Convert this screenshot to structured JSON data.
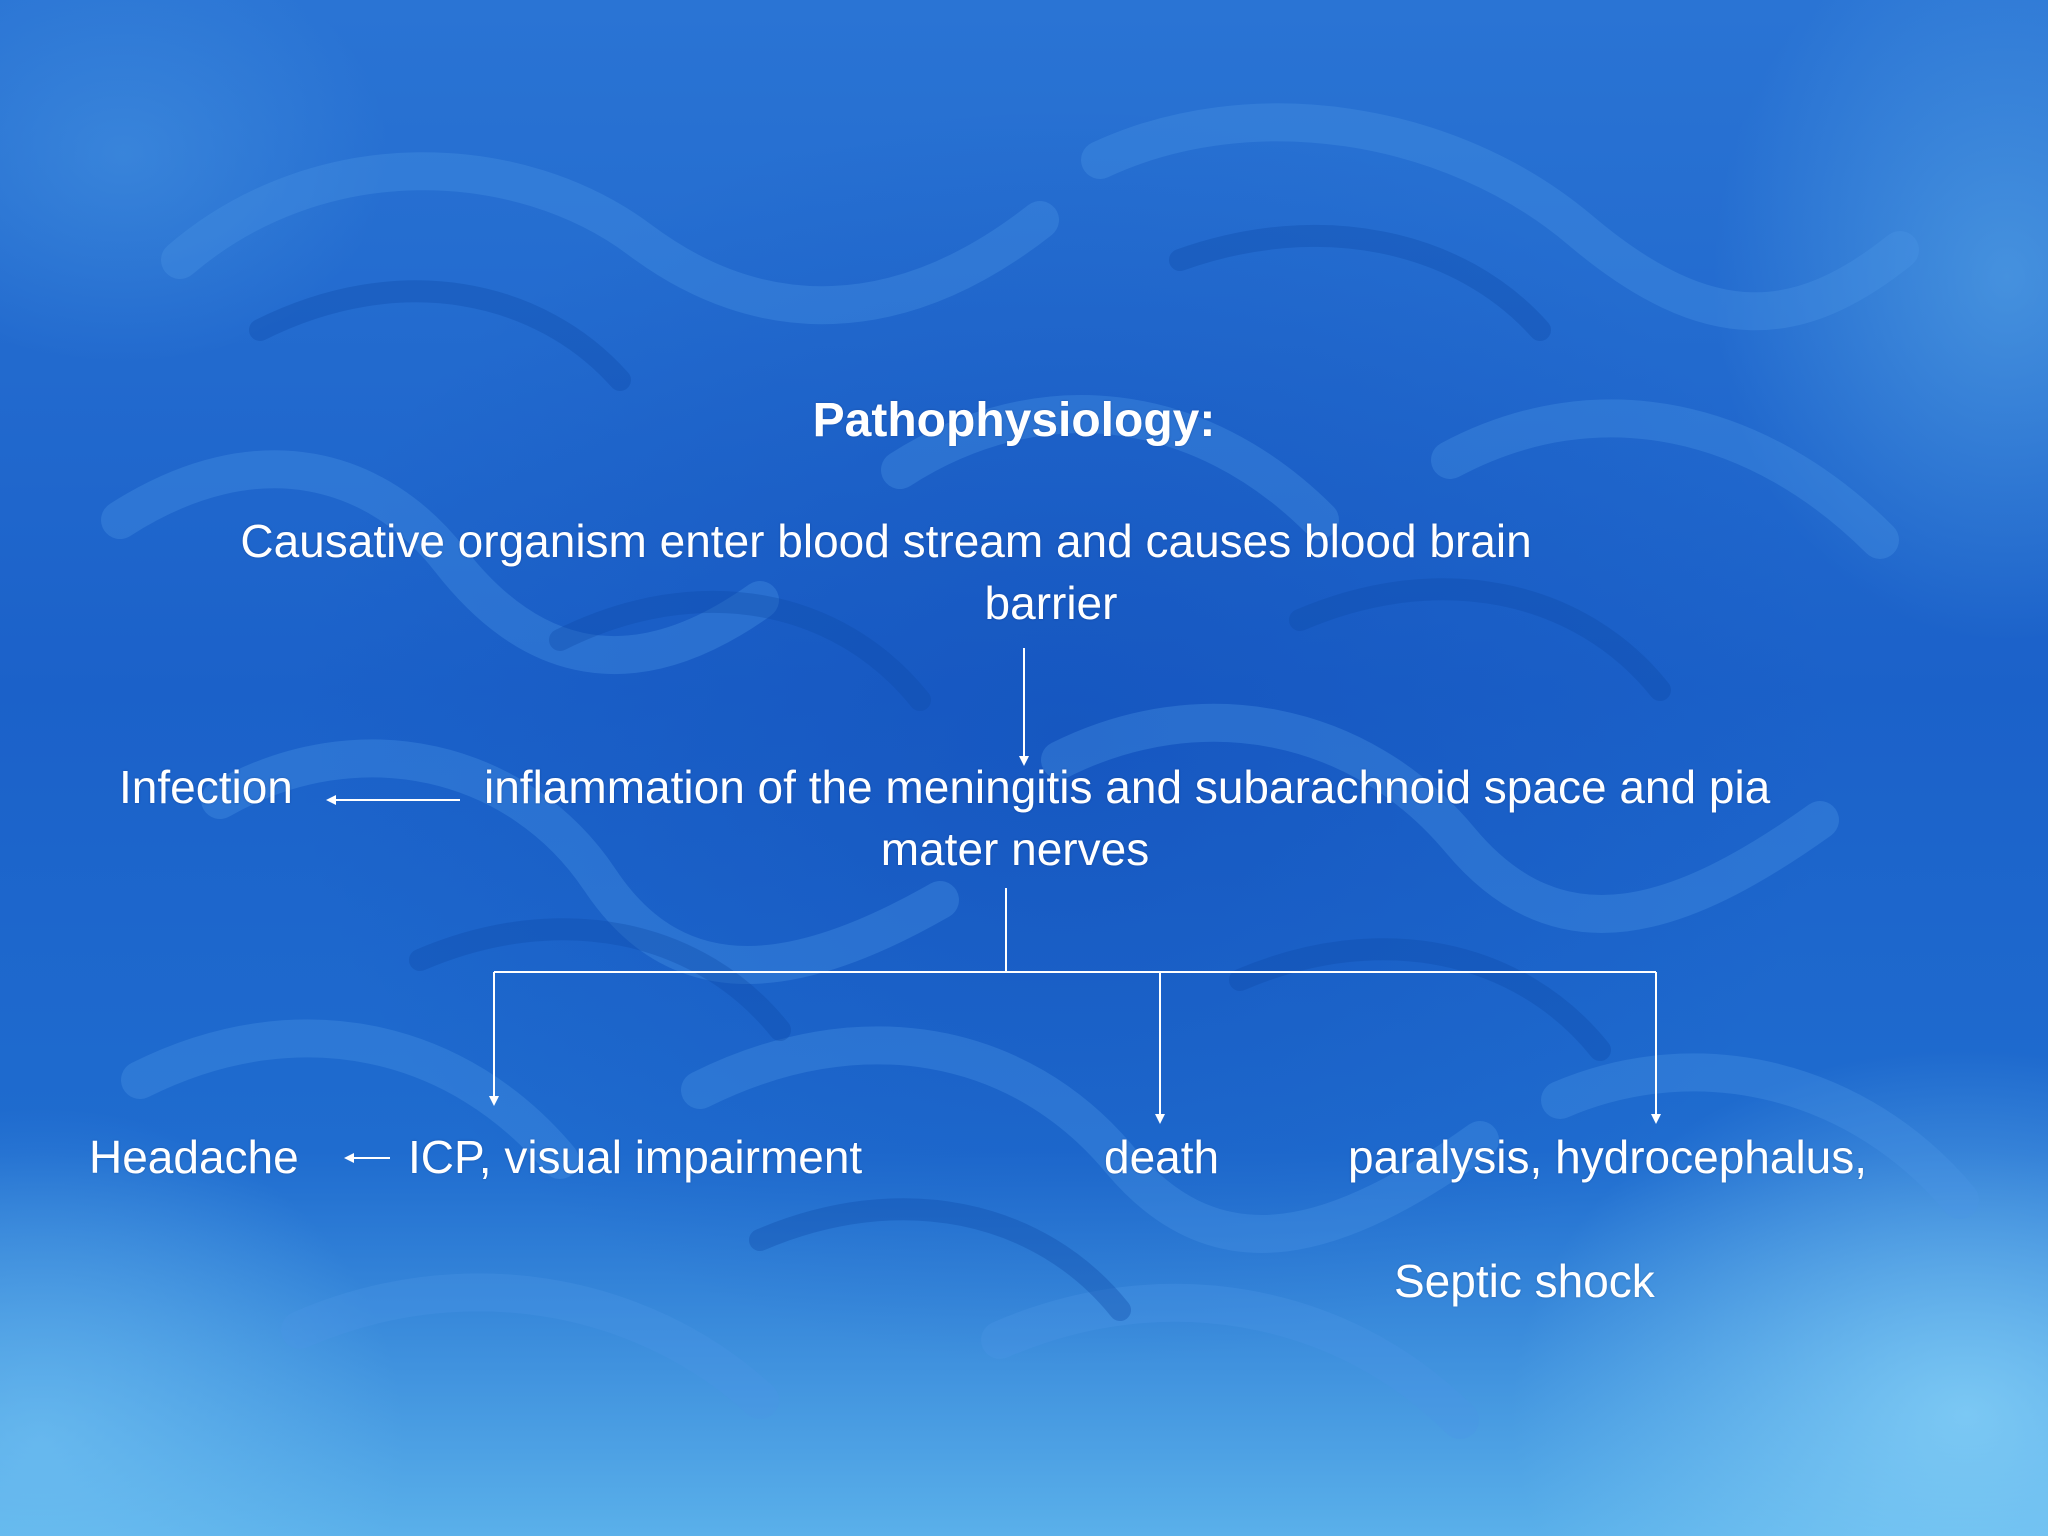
{
  "slide": {
    "title": "Pathophysiology:",
    "nodes": {
      "cause_line1": "Causative organism enter blood stream and causes blood brain",
      "cause_line2": "barrier",
      "infection": "Infection",
      "inflammation_line1": "inflammation of the meningitis and subarachnoid space and pia",
      "inflammation_line2": "mater nerves",
      "headache": "Headache",
      "icp": "ICP, visual impairment",
      "death": "death",
      "paralysis": "paralysis, hydrocephalus,",
      "septic_shock": "Septic shock"
    }
  },
  "colors": {
    "background": "#1d63c7",
    "text": "#ffffff",
    "lines": "#ffffff"
  }
}
